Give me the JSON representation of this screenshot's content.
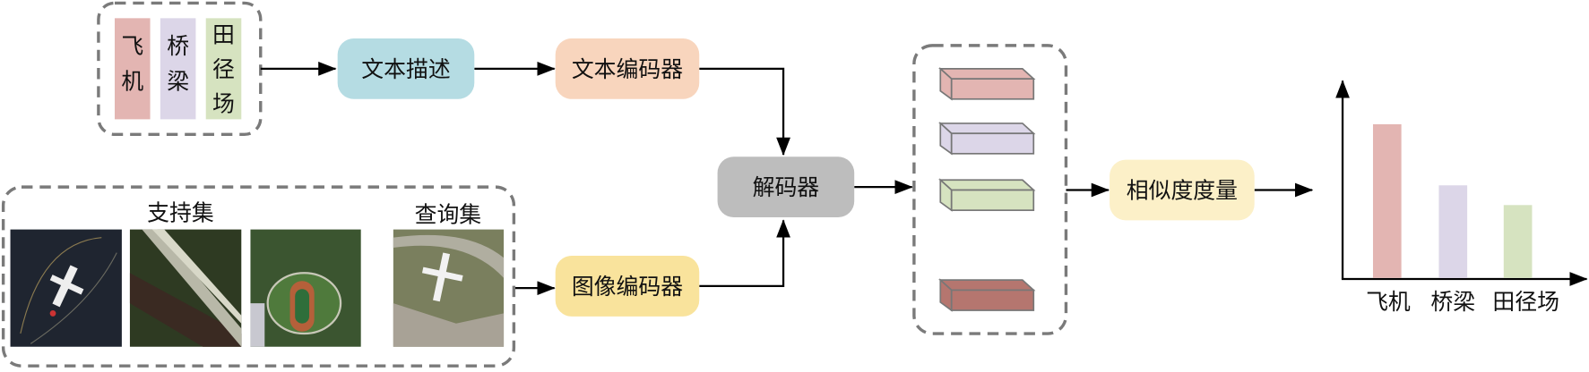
{
  "class_names": {
    "items": [
      {
        "label": "飞机",
        "chars": [
          "飞",
          "机"
        ],
        "color": "#e3b5b2"
      },
      {
        "label": "桥梁",
        "chars": [
          "桥",
          "梁"
        ],
        "color": "#dcd6e8"
      },
      {
        "label": "田径场",
        "chars": [
          "田",
          "径",
          "场"
        ],
        "color": "#d6e3c0"
      }
    ]
  },
  "blocks": {
    "text_description": {
      "label": "文本描述",
      "color": "#b5dce3"
    },
    "text_encoder": {
      "label": "文本编码器",
      "color": "#f8d5bd"
    },
    "image_encoder": {
      "label": "图像编码器",
      "color": "#f9e39c"
    },
    "decoder": {
      "label": "解码器",
      "color": "#bdbdbd"
    },
    "similarity": {
      "label": "相似度度量",
      "color": "#fcf0c8"
    }
  },
  "image_sets": {
    "support_label": "支持集",
    "query_label": "查询集",
    "support_images": [
      "airplane",
      "bridge",
      "ground-track-field"
    ],
    "query_images": [
      "airplane"
    ]
  },
  "features": {
    "colors": [
      "#e3b5b2",
      "#dcd6e8",
      "#d6e3c0",
      "#b5766f"
    ]
  },
  "result_chart": {
    "categories": [
      "飞机",
      "桥梁",
      "田径场"
    ],
    "values": [
      0.78,
      0.47,
      0.37
    ],
    "colors": [
      "#e3b5b2",
      "#dcd6e8",
      "#d6e3c0"
    ]
  }
}
